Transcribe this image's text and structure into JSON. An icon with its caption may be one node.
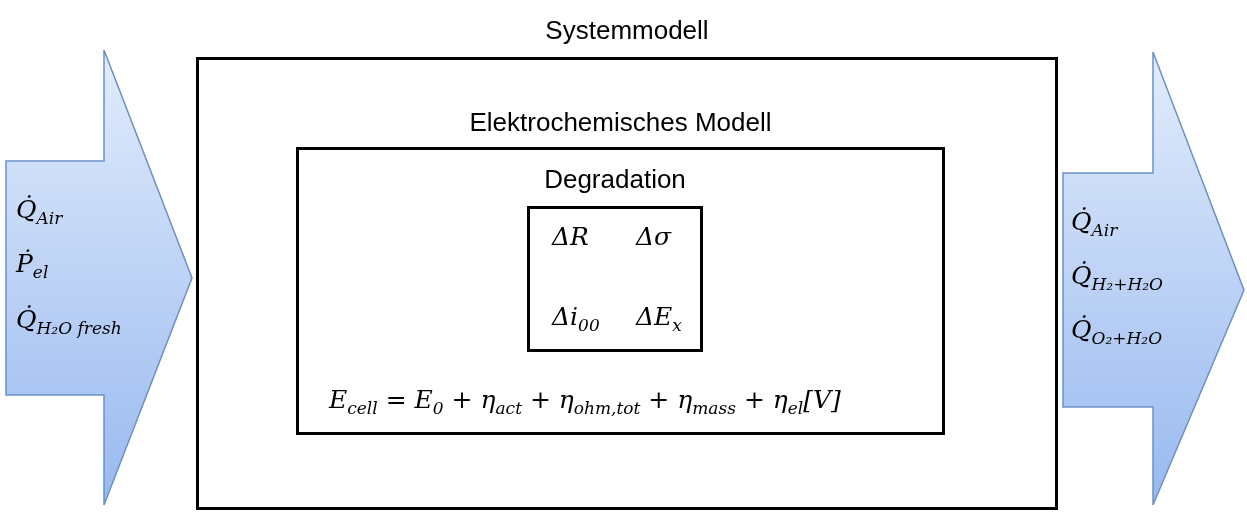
{
  "diagram": {
    "nodes": [
      {
        "text": [
          "Systemmodell"
        ]
      },
      {
        "text": [
          "Elektrochemisches Modell",
          "E$_{cell}$ = E$_{0}$ + η$_{act}$ + η$_{ohm,tot}$ + η$_{mass}$ + η$_{el}$[V]"
        ],
        "in": 0
      },
      {
        "text": [
          "Degradation",
          "ΔR",
          "Δσ",
          "Δi$_{00}$",
          "ΔE$_{x}$"
        ],
        "in": 1
      },
      {
        "text": [
          "Q̇$_{Air}$",
          "Ṗ$_{el}$",
          "Q̇$_{H₂O fresh}$"
        ]
      },
      {
        "text": [
          "Q̇$_{Air}$",
          "Q̇$_{H₂+H₂O}$",
          "Q̇$_{O₂+H₂O}$"
        ]
      }
    ]
  }
}
